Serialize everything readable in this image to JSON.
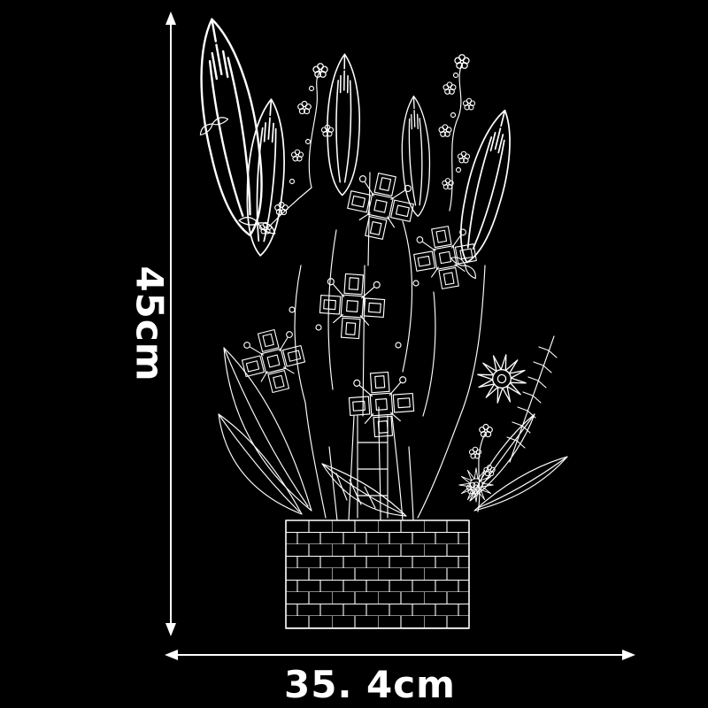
{
  "colors": {
    "background": "#000000",
    "line_art": "#ffffff"
  },
  "dimensions": {
    "height_label": "45cm",
    "width_label": "35. 4cm"
  },
  "illustration": {
    "subject": "brick-built flower bouquet in brick pot",
    "style": "white wireframe outline on black"
  }
}
